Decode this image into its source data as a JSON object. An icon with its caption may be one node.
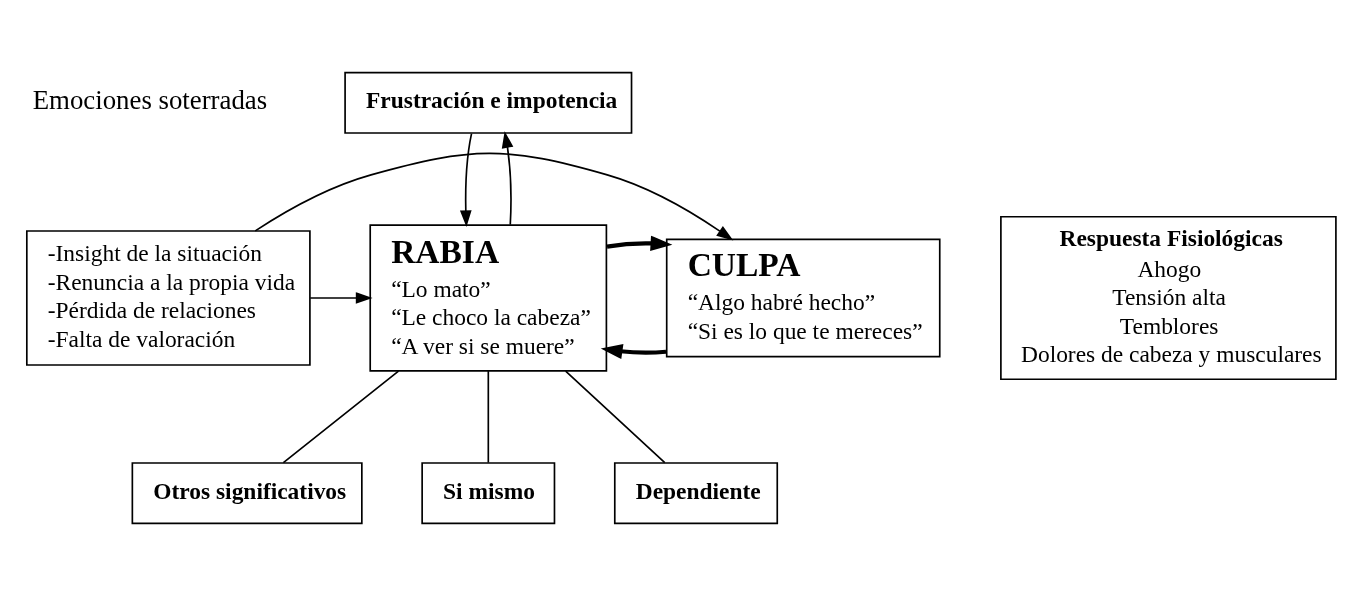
{
  "diagram": {
    "nodes": [
      {
        "text": [
          "Frustración e impotencia"
        ]
      },
      {
        "text": [
          "Respuesta Fisiológicas",
          "Ahogo",
          "Tensión alta",
          "Temblores",
          "Dolores de cabeza y musculares"
        ]
      },
      {
        "text": [
          "RABIA",
          "“Lo mato”",
          "“Le choco la cabeza”",
          "“A ver si se muere”"
        ]
      },
      {
        "text": [
          "CULPA",
          "“Algo habré hecho”",
          "“Si es lo que te mereces”"
        ]
      },
      {
        "text": [
          "-Insight de la situación",
          "-Renuncia a la propia vida",
          "-Pérdida de relaciones",
          "-Falta de valoración"
        ]
      },
      {
        "text": [
          "Otros significativos"
        ]
      },
      {
        "text": [
          "Si mismo"
        ]
      },
      {
        "text": [
          "Dependiente"
        ]
      }
    ],
    "edges": [
      {
        "from": 0,
        "to": 2,
        "arrow": "to"
      },
      {
        "from": 2,
        "to": 0,
        "arrow": "to"
      },
      {
        "from": 4,
        "to": 2,
        "arrow": "to"
      },
      {
        "from": 4,
        "to": 3,
        "arrow": "to"
      },
      {
        "from": 3,
        "to": 2,
        "arrow": "to",
        "style": "thick"
      },
      {
        "from": 2,
        "to": 3,
        "arrow": "to",
        "style": "thick"
      },
      {
        "from": 2,
        "to": 5,
        "arrow": "none"
      },
      {
        "from": 2,
        "to": 6,
        "arrow": "none"
      },
      {
        "from": 2,
        "to": 7,
        "arrow": "none"
      }
    ],
    "labels": [
      "Emociones soterradas"
    ]
  }
}
